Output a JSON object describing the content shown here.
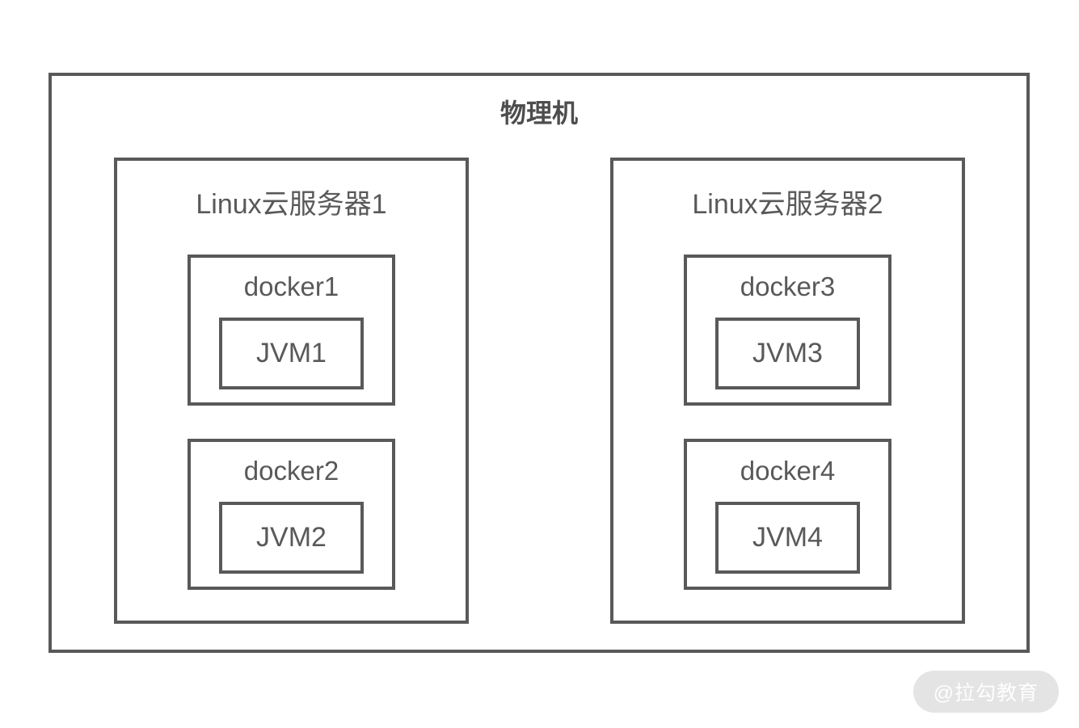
{
  "physical_machine": {
    "label": "物理机",
    "servers": [
      {
        "label": "Linux云服务器1",
        "containers": [
          {
            "label": "docker1",
            "jvm": "JVM1"
          },
          {
            "label": "docker2",
            "jvm": "JVM2"
          }
        ]
      },
      {
        "label": "Linux云服务器2",
        "containers": [
          {
            "label": "docker3",
            "jvm": "JVM3"
          },
          {
            "label": "docker4",
            "jvm": "JVM4"
          }
        ]
      }
    ]
  },
  "watermark": {
    "text": "@拉勾教育"
  },
  "colors": {
    "border": "#595959",
    "text": "#595959",
    "physical_title_text": "#4d4d4d",
    "watermark_bg": "#e4e4e4",
    "watermark_text": "#ffffff",
    "background": "#ffffff"
  }
}
